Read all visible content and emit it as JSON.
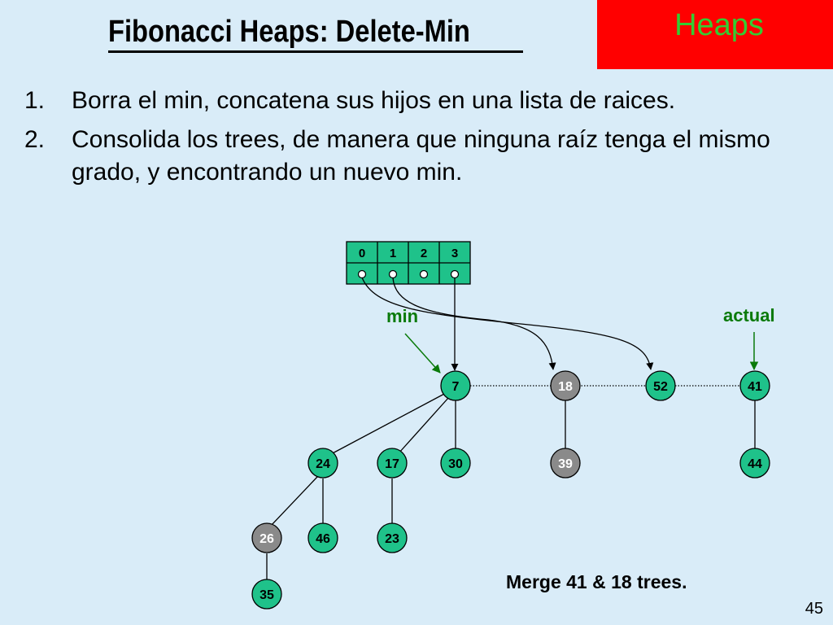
{
  "slide": {
    "title": "Fibonacci Heaps: Delete-Min",
    "tag": "Heaps",
    "steps": [
      {
        "num": "1.",
        "text": "Borra el min, concatena sus hijos en una lista de raices."
      },
      {
        "num": "2.",
        "text": "Consolida los trees, de manera que ninguna raíz tenga el mismo grado, y encontrando un nuevo min."
      }
    ],
    "caption": "Merge 41 & 18 trees.",
    "page_number": "45"
  },
  "colors": {
    "background": "#d9ecf8",
    "node_green": "#1fc28a",
    "node_gray": "#8a8a8a",
    "tag_box": "#ff0000",
    "tag_text": "#33cc33",
    "pointer_arrow": "#0a7a0a"
  },
  "diagram": {
    "degree_array": [
      "0",
      "1",
      "2",
      "3"
    ],
    "pointers": {
      "min": "min",
      "actual": "actual"
    },
    "nodes": {
      "n7": {
        "key": "7",
        "marked": false
      },
      "n18": {
        "key": "18",
        "marked": true
      },
      "n52": {
        "key": "52",
        "marked": false
      },
      "n41": {
        "key": "41",
        "marked": false
      },
      "n24": {
        "key": "24",
        "marked": false
      },
      "n17": {
        "key": "17",
        "marked": false
      },
      "n30": {
        "key": "30",
        "marked": false
      },
      "n39": {
        "key": "39",
        "marked": true
      },
      "n44": {
        "key": "44",
        "marked": false
      },
      "n26": {
        "key": "26",
        "marked": true
      },
      "n46": {
        "key": "46",
        "marked": false
      },
      "n23": {
        "key": "23",
        "marked": false
      },
      "n35": {
        "key": "35",
        "marked": false
      }
    }
  }
}
